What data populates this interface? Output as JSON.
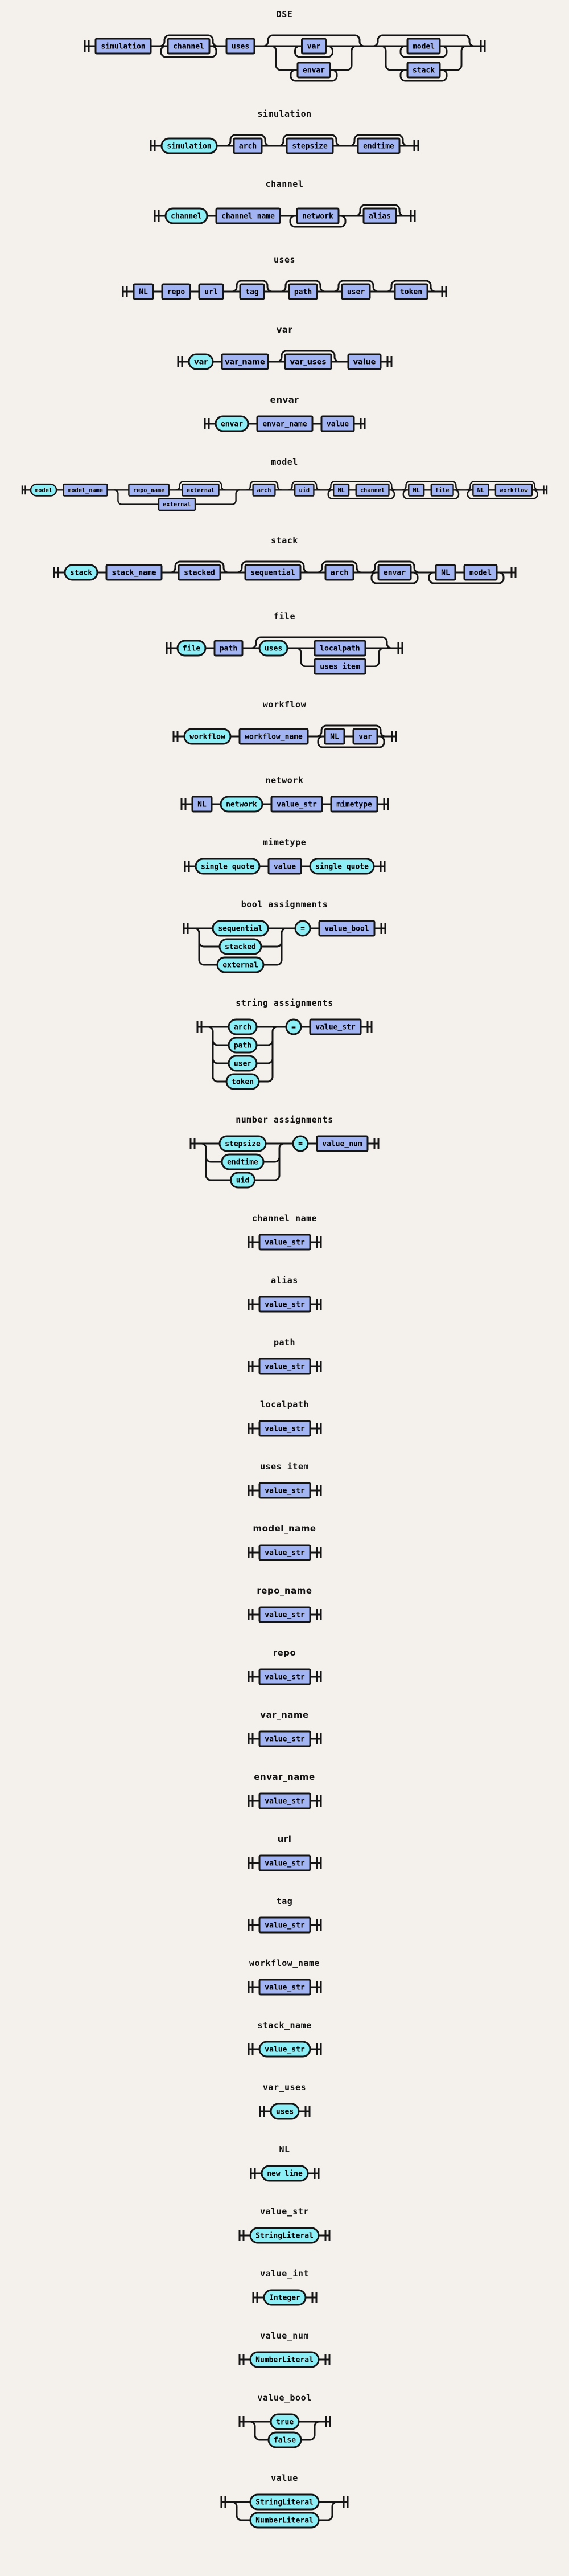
{
  "page": {
    "background": "#f4f0eb",
    "diagram_type": "railroad-grammar"
  },
  "colors": {
    "terminal_fill": "#8eeef6",
    "nonterminal_fill": "#a3b4f2",
    "stroke": "#141414",
    "text": "#000000"
  },
  "legend": {
    "terminal_shape": "rounded-pill",
    "nonterminal_shape": "rectangle",
    "optional": "top-bypass-arc",
    "repeat": "bottom-loop-arc"
  },
  "sections": [
    {
      "title": "DSE",
      "g": {
        "k": "seq",
        "c": [
          {
            "k": "n",
            "v": "simulation"
          },
          {
            "k": "zom",
            "c": [
              {
                "k": "n",
                "v": "channel"
              }
            ]
          },
          {
            "k": "n",
            "v": "uses"
          },
          {
            "k": "opt",
            "c": [
              {
                "k": "choice",
                "c": [
                  {
                    "k": "loop",
                    "c": [
                      {
                        "k": "n",
                        "v": "var"
                      }
                    ]
                  },
                  {
                    "k": "loop",
                    "c": [
                      {
                        "k": "n",
                        "v": "envar"
                      }
                    ]
                  }
                ]
              }
            ]
          },
          {
            "k": "opt",
            "c": [
              {
                "k": "choice",
                "c": [
                  {
                    "k": "loop",
                    "c": [
                      {
                        "k": "n",
                        "v": "model"
                      }
                    ]
                  },
                  {
                    "k": "loop",
                    "c": [
                      {
                        "k": "n",
                        "v": "stack"
                      }
                    ]
                  }
                ]
              }
            ]
          }
        ]
      }
    },
    {
      "title": "simulation",
      "g": {
        "k": "seq",
        "c": [
          {
            "k": "t",
            "v": "simulation"
          },
          {
            "k": "opt",
            "c": [
              {
                "k": "n",
                "v": "arch"
              }
            ]
          },
          {
            "k": "opt",
            "c": [
              {
                "k": "n",
                "v": "stepsize"
              }
            ]
          },
          {
            "k": "opt",
            "c": [
              {
                "k": "n",
                "v": "endtime"
              }
            ]
          }
        ]
      }
    },
    {
      "title": "channel",
      "g": {
        "k": "seq",
        "c": [
          {
            "k": "t",
            "v": "channel"
          },
          {
            "k": "n",
            "v": "channel name"
          },
          {
            "k": "loop",
            "c": [
              {
                "k": "n",
                "v": "network"
              }
            ]
          },
          {
            "k": "opt",
            "c": [
              {
                "k": "n",
                "v": "alias"
              }
            ]
          }
        ]
      }
    },
    {
      "title": "uses",
      "g": {
        "k": "seq",
        "c": [
          {
            "k": "n",
            "v": "NL"
          },
          {
            "k": "n",
            "v": "repo"
          },
          {
            "k": "n",
            "v": "url"
          },
          {
            "k": "opt",
            "c": [
              {
                "k": "n",
                "v": "tag"
              }
            ]
          },
          {
            "k": "opt",
            "c": [
              {
                "k": "n",
                "v": "path"
              }
            ]
          },
          {
            "k": "opt",
            "c": [
              {
                "k": "n",
                "v": "user"
              }
            ]
          },
          {
            "k": "opt",
            "c": [
              {
                "k": "n",
                "v": "token"
              }
            ]
          }
        ]
      }
    },
    {
      "title": "var",
      "tf": "sans",
      "bf": "sans",
      "g": {
        "k": "seq",
        "c": [
          {
            "k": "t",
            "v": "var"
          },
          {
            "k": "n",
            "v": "var_name"
          },
          {
            "k": "opt",
            "c": [
              {
                "k": "n",
                "v": "var_uses"
              }
            ]
          },
          {
            "k": "n",
            "v": "value"
          }
        ]
      }
    },
    {
      "title": "envar",
      "tf": "sans",
      "g": {
        "k": "seq",
        "c": [
          {
            "k": "t",
            "v": "envar"
          },
          {
            "k": "n",
            "v": "envar_name"
          },
          {
            "k": "n",
            "v": "value"
          }
        ]
      }
    },
    {
      "title": "model",
      "g": {
        "k": "seq",
        "c": [
          {
            "k": "t",
            "v": "model"
          },
          {
            "k": "n",
            "v": "model_name"
          },
          {
            "k": "choice",
            "c": [
              {
                "k": "seq",
                "c": [
                  {
                    "k": "n",
                    "v": "repo_name"
                  },
                  {
                    "k": "opt",
                    "c": [
                      {
                        "k": "n",
                        "v": "external"
                      }
                    ]
                  }
                ]
              },
              {
                "k": "n",
                "v": "external"
              }
            ]
          },
          {
            "k": "opt",
            "c": [
              {
                "k": "n",
                "v": "arch"
              }
            ]
          },
          {
            "k": "opt",
            "c": [
              {
                "k": "n",
                "v": "uid"
              }
            ]
          },
          {
            "k": "zom",
            "c": [
              {
                "k": "seq",
                "c": [
                  {
                    "k": "n",
                    "v": "NL"
                  },
                  {
                    "k": "n",
                    "v": "channel"
                  }
                ]
              }
            ]
          },
          {
            "k": "zom",
            "c": [
              {
                "k": "seq",
                "c": [
                  {
                    "k": "n",
                    "v": "NL"
                  },
                  {
                    "k": "n",
                    "v": "file"
                  }
                ]
              }
            ]
          },
          {
            "k": "zom",
            "c": [
              {
                "k": "seq",
                "c": [
                  {
                    "k": "n",
                    "v": "NL"
                  },
                  {
                    "k": "n",
                    "v": "workflow"
                  }
                ]
              }
            ]
          }
        ]
      }
    },
    {
      "title": "stack",
      "g": {
        "k": "seq",
        "c": [
          {
            "k": "t",
            "v": "stack"
          },
          {
            "k": "n",
            "v": "stack_name"
          },
          {
            "k": "opt",
            "c": [
              {
                "k": "n",
                "v": "stacked"
              }
            ]
          },
          {
            "k": "opt",
            "c": [
              {
                "k": "n",
                "v": "sequential"
              }
            ]
          },
          {
            "k": "opt",
            "c": [
              {
                "k": "n",
                "v": "arch"
              }
            ]
          },
          {
            "k": "zom",
            "c": [
              {
                "k": "n",
                "v": "envar"
              }
            ]
          },
          {
            "k": "loop",
            "c": [
              {
                "k": "seq",
                "c": [
                  {
                    "k": "n",
                    "v": "NL"
                  },
                  {
                    "k": "n",
                    "v": "model"
                  }
                ]
              }
            ]
          }
        ]
      }
    },
    {
      "title": "file",
      "g": {
        "k": "seq",
        "c": [
          {
            "k": "t",
            "v": "file"
          },
          {
            "k": "n",
            "v": "path"
          },
          {
            "k": "opt",
            "c": [
              {
                "k": "seq",
                "c": [
                  {
                    "k": "t",
                    "v": "uses"
                  },
                  {
                    "k": "choice",
                    "c": [
                      {
                        "k": "n",
                        "v": "localpath"
                      },
                      {
                        "k": "n",
                        "v": "uses item"
                      }
                    ]
                  }
                ]
              }
            ]
          }
        ]
      }
    },
    {
      "title": "workflow",
      "g": {
        "k": "seq",
        "c": [
          {
            "k": "t",
            "v": "workflow"
          },
          {
            "k": "n",
            "v": "workflow_name"
          },
          {
            "k": "zom",
            "c": [
              {
                "k": "seq",
                "c": [
                  {
                    "k": "n",
                    "v": "NL"
                  },
                  {
                    "k": "n",
                    "v": "var"
                  }
                ]
              }
            ]
          }
        ]
      }
    },
    {
      "title": "network",
      "g": {
        "k": "seq",
        "c": [
          {
            "k": "n",
            "v": "NL"
          },
          {
            "k": "t",
            "v": "network"
          },
          {
            "k": "n",
            "v": "value_str"
          },
          {
            "k": "n",
            "v": "mimetype"
          }
        ]
      }
    },
    {
      "title": "mimetype",
      "g": {
        "k": "seq",
        "c": [
          {
            "k": "t",
            "v": "single quote"
          },
          {
            "k": "n",
            "v": "value"
          },
          {
            "k": "t",
            "v": "single quote"
          }
        ]
      }
    },
    {
      "title": "bool assignments",
      "g": {
        "k": "seq",
        "c": [
          {
            "k": "choice",
            "c": [
              {
                "k": "t",
                "v": "sequential"
              },
              {
                "k": "t",
                "v": "stacked"
              },
              {
                "k": "t",
                "v": "external"
              }
            ]
          },
          {
            "k": "t",
            "v": "="
          },
          {
            "k": "n",
            "v": "value_bool"
          }
        ]
      }
    },
    {
      "title": "string assignments",
      "g": {
        "k": "seq",
        "c": [
          {
            "k": "choice",
            "c": [
              {
                "k": "t",
                "v": "arch"
              },
              {
                "k": "t",
                "v": "path"
              },
              {
                "k": "t",
                "v": "user"
              },
              {
                "k": "t",
                "v": "token"
              }
            ]
          },
          {
            "k": "t",
            "v": "="
          },
          {
            "k": "n",
            "v": "value_str"
          }
        ]
      }
    },
    {
      "title": "number assignments",
      "g": {
        "k": "seq",
        "c": [
          {
            "k": "choice",
            "c": [
              {
                "k": "t",
                "v": "stepsize"
              },
              {
                "k": "t",
                "v": "endtime"
              },
              {
                "k": "t",
                "v": "uid"
              }
            ]
          },
          {
            "k": "t",
            "v": "="
          },
          {
            "k": "n",
            "v": "value_num"
          }
        ]
      }
    },
    {
      "title": "channel name",
      "g": {
        "k": "n",
        "v": "value_str"
      }
    },
    {
      "title": "alias",
      "g": {
        "k": "n",
        "v": "value_str"
      }
    },
    {
      "title": "path",
      "g": {
        "k": "n",
        "v": "value_str"
      }
    },
    {
      "title": "localpath",
      "g": {
        "k": "n",
        "v": "value_str"
      }
    },
    {
      "title": "uses item",
      "g": {
        "k": "n",
        "v": "value_str"
      }
    },
    {
      "title": "model_name",
      "tf": "sans",
      "g": {
        "k": "n",
        "v": "value_str"
      }
    },
    {
      "title": "repo_name",
      "tf": "sans",
      "g": {
        "k": "n",
        "v": "value_str"
      }
    },
    {
      "title": "repo",
      "tf": "sans",
      "g": {
        "k": "n",
        "v": "value_str"
      }
    },
    {
      "title": "var_name",
      "tf": "sans",
      "g": {
        "k": "n",
        "v": "value_str"
      }
    },
    {
      "title": "envar_name",
      "tf": "sans",
      "g": {
        "k": "n",
        "v": "value_str"
      }
    },
    {
      "title": "url",
      "tf": "sans",
      "g": {
        "k": "n",
        "v": "value_str"
      }
    },
    {
      "title": "tag",
      "g": {
        "k": "n",
        "v": "value_str"
      }
    },
    {
      "title": "workflow_name",
      "g": {
        "k": "n",
        "v": "value_str"
      }
    },
    {
      "title": "stack_name",
      "g": {
        "k": "t",
        "v": "value_str"
      }
    },
    {
      "title": "var_uses",
      "g": {
        "k": "t",
        "v": "uses"
      }
    },
    {
      "title": "NL",
      "g": {
        "k": "t",
        "v": "new line"
      }
    },
    {
      "title": "value_str",
      "g": {
        "k": "t",
        "v": "StringLiteral"
      }
    },
    {
      "title": "value_int",
      "g": {
        "k": "t",
        "v": "Integer"
      }
    },
    {
      "title": "value_num",
      "g": {
        "k": "t",
        "v": "NumberLiteral"
      }
    },
    {
      "title": "value_bool",
      "g": {
        "k": "choice",
        "c": [
          {
            "k": "t",
            "v": "true"
          },
          {
            "k": "t",
            "v": "false"
          }
        ]
      }
    },
    {
      "title": "value",
      "g": {
        "k": "choice",
        "c": [
          {
            "k": "t",
            "v": "StringLiteral"
          },
          {
            "k": "t",
            "v": "NumberLiteral"
          }
        ]
      }
    }
  ]
}
